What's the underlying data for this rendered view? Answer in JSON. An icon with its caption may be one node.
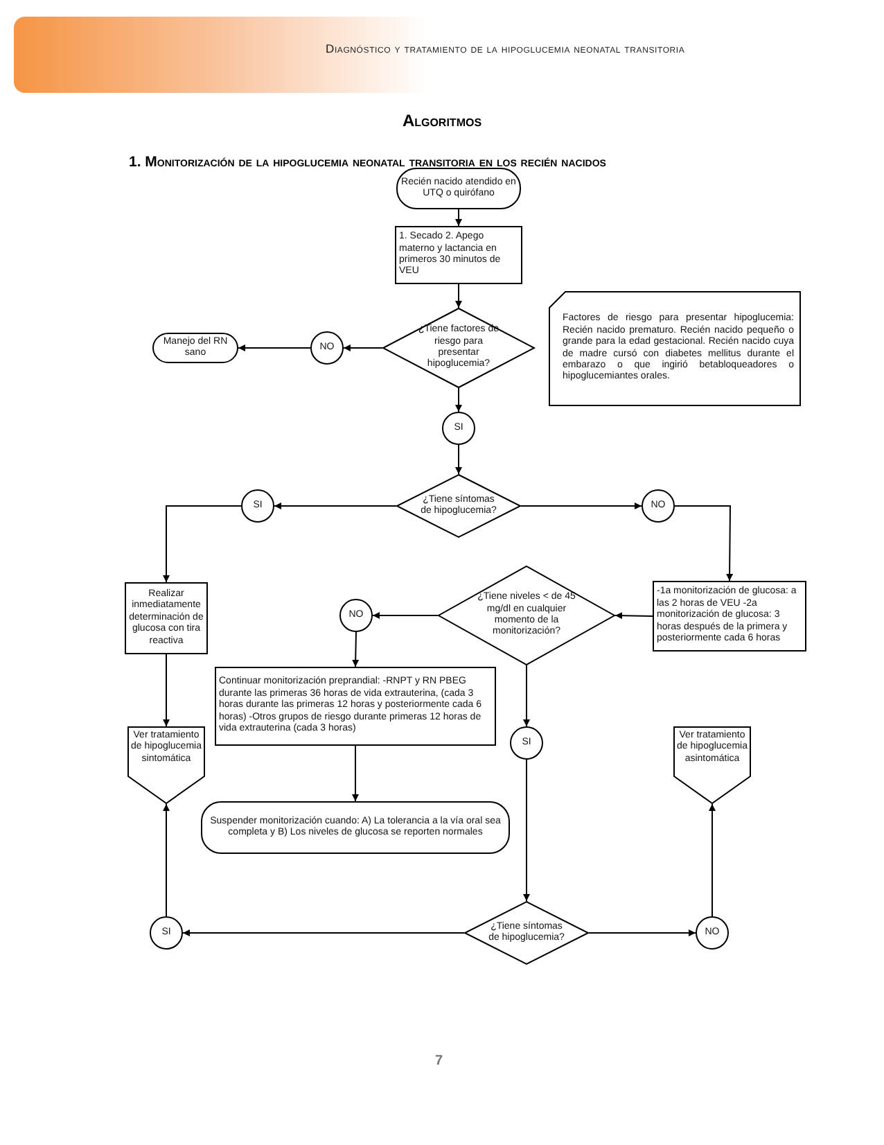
{
  "diagram": {
    "title": "Algoritmos",
    "nodes": [
      {
        "text": [
          "Recién nacido atendido en UTQ o quirófano"
        ]
      },
      {
        "text": [
          "1. Secado 2. Apego materno y lactancia en primeros 30 minutos de VEU"
        ]
      },
      {
        "text": [
          "¿Tiene factores de riesgo para presentar hipoglucemia?"
        ]
      },
      {
        "text": [
          "NO"
        ]
      },
      {
        "text": [
          "Manejo del RN sano"
        ]
      },
      {
        "text": [
          "Factores de riesgo para presentar hipoglucemia: Recién nacido prematuro. Recién nacido pequeño o grande para la edad gestacional. Recién nacido cuya de madre cursó con diabetes mellitus durante el embarazo o que ingirió betabloqueadores o hipoglucemiantes orales."
        ]
      },
      {
        "text": [
          "SI"
        ]
      },
      {
        "text": [
          "¿Tiene síntomas de hipoglucemia?"
        ]
      },
      {
        "text": [
          "SI"
        ]
      },
      {
        "text": [
          "NO"
        ]
      },
      {
        "text": [
          "Realizar inmediatamente determinación de glucosa con tira reactiva"
        ]
      },
      {
        "text": [
          "-1a monitorización de glucosa: a las 2 horas de VEU -2a monitorización de glucosa: 3 horas después de la primera y posteriormente cada 6 horas"
        ]
      },
      {
        "text": [
          "¿Tiene niveles < de 45 mg/dl en cualquier momento de la monitorización?"
        ]
      },
      {
        "text": [
          "NO"
        ]
      },
      {
        "text": [
          "Continuar monitorización preprandial: -RNPT y RN PBEG durante las primeras 36 horas de vida extrauterina, (cada 3 horas durante las primeras 12 horas y posteriormente cada 6 horas) -Otros grupos de riesgo durante primeras 12 horas de vida extrauterina (cada 3 horas)"
        ]
      },
      {
        "text": [
          "SI"
        ]
      },
      {
        "text": [
          "Ver tratamiento de hipoglucemia sintomática"
        ]
      },
      {
        "text": [
          "Ver tratamiento de hipoglucemia asintomática"
        ]
      },
      {
        "text": [
          "Suspender monitorización cuando: A) La tolerancia a la vía oral sea completa y B) Los niveles de glucosa se reporten normales"
        ]
      },
      {
        "text": [
          "¿Tiene síntomas de hipoglucemia?"
        ]
      },
      {
        "text": [
          "SI"
        ]
      },
      {
        "text": [
          "NO"
        ]
      }
    ],
    "edges": [
      {
        "from": 0,
        "to": 1,
        "arrow": "to"
      },
      {
        "from": 1,
        "to": 2,
        "arrow": "to"
      },
      {
        "from": 2,
        "to": 3,
        "arrow": "to"
      },
      {
        "from": 3,
        "to": 4,
        "arrow": "to"
      },
      {
        "from": 2,
        "to": 6,
        "arrow": "to"
      },
      {
        "from": 6,
        "to": 7,
        "arrow": "to"
      },
      {
        "from": 7,
        "to": 8,
        "arrow": "to"
      },
      {
        "from": 7,
        "to": 9,
        "arrow": "to"
      },
      {
        "from": 8,
        "to": 10,
        "arrow": "to"
      },
      {
        "from": 9,
        "to": 11,
        "arrow": "to"
      },
      {
        "from": 11,
        "to": 12,
        "arrow": "to"
      },
      {
        "from": 12,
        "to": 13,
        "arrow": "to"
      },
      {
        "from": 13,
        "to": 14,
        "arrow": "to"
      },
      {
        "from": 12,
        "to": 15,
        "arrow": "to"
      },
      {
        "from": 14,
        "to": 18,
        "arrow": "to"
      },
      {
        "from": 10,
        "to": 16,
        "arrow": "to"
      },
      {
        "from": 15,
        "to": 19,
        "arrow": "to"
      },
      {
        "from": 19,
        "to": 20,
        "arrow": "to"
      },
      {
        "from": 19,
        "to": 21,
        "arrow": "to"
      },
      {
        "from": 20,
        "to": 16,
        "arrow": "to"
      },
      {
        "from": 21,
        "to": 17,
        "arrow": "to"
      }
    ],
    "labels": [
      "Diagnóstico y tratamiento de la hipoglucemia neonatal transitoria",
      "1. Monitorización de la hipoglucemia neonatal transitoria en los recién nacidos",
      "7"
    ]
  }
}
